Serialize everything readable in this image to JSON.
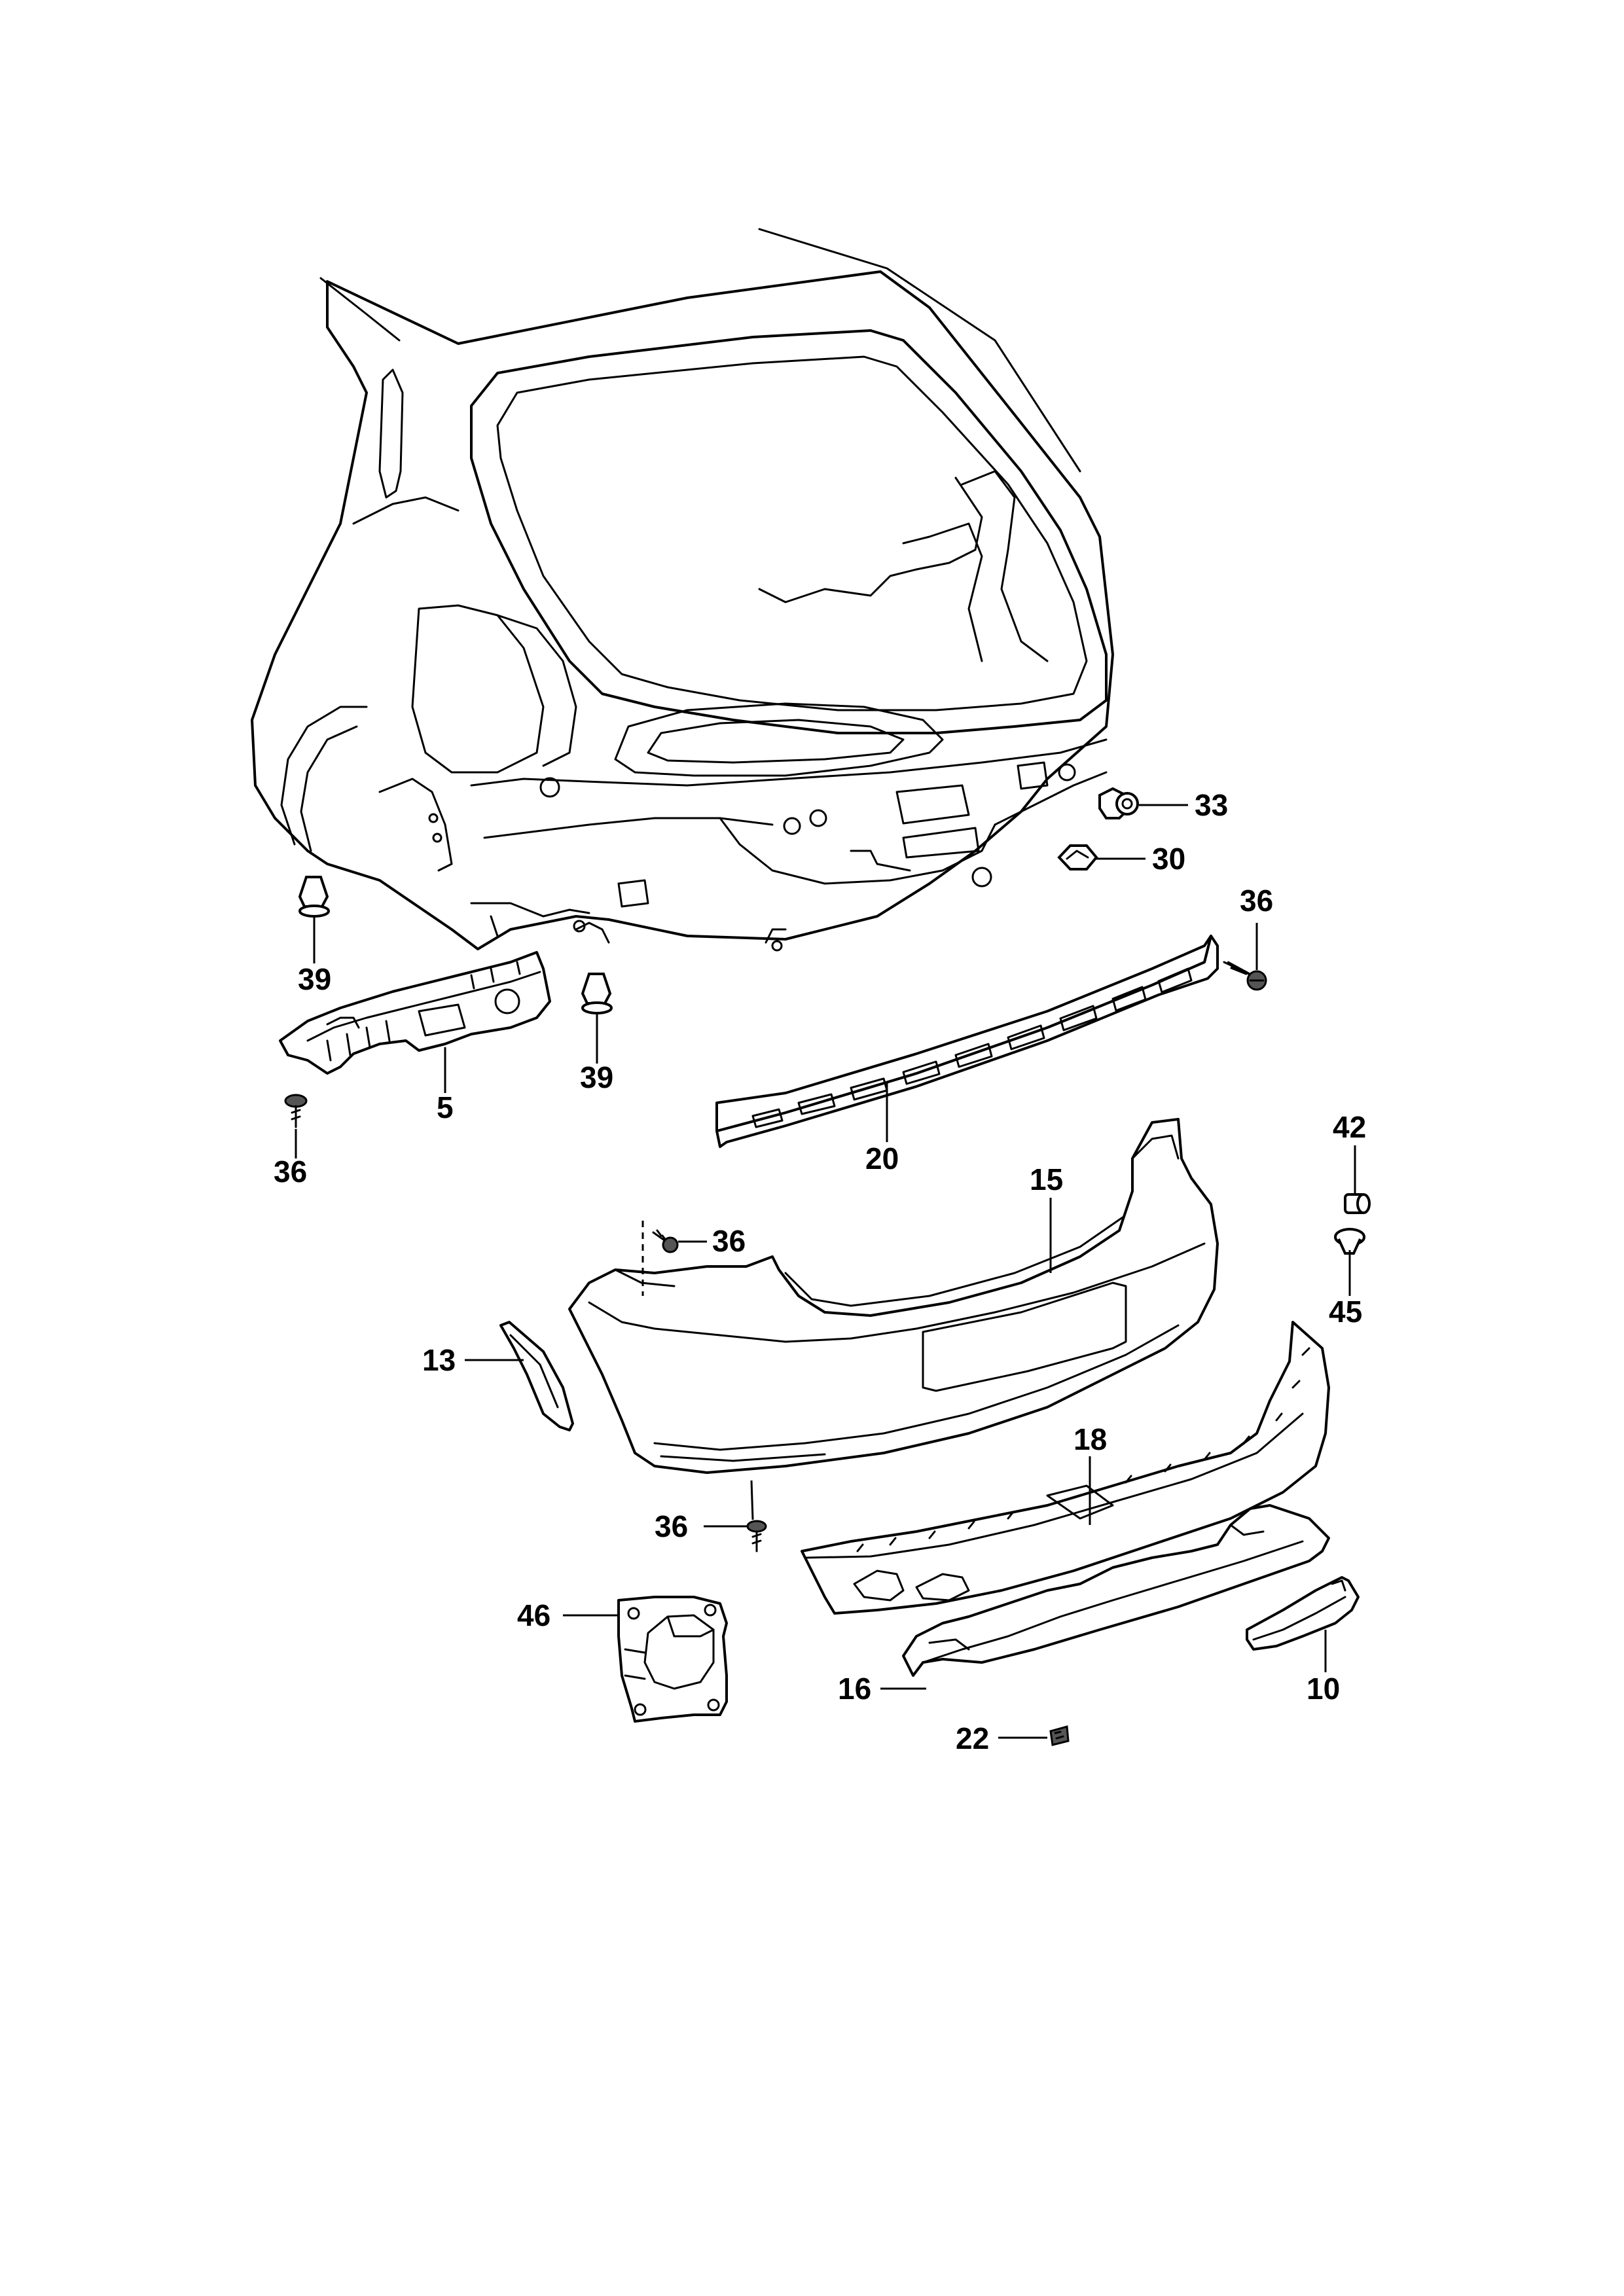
{
  "callouts": {
    "c33": "33",
    "c30": "30",
    "c36_top_right": "36",
    "c39_left": "39",
    "c5": "5",
    "c36_left": "36",
    "c39_center": "39",
    "c20": "20",
    "c42": "42",
    "c15": "15",
    "c36_bumper_top": "36",
    "c45": "45",
    "c13": "13",
    "c18": "18",
    "c36_bumper_bottom": "36",
    "c46": "46",
    "c16": "16",
    "c10": "10",
    "c22": "22"
  },
  "colors": {
    "line": "#000000",
    "background": "#ffffff"
  }
}
